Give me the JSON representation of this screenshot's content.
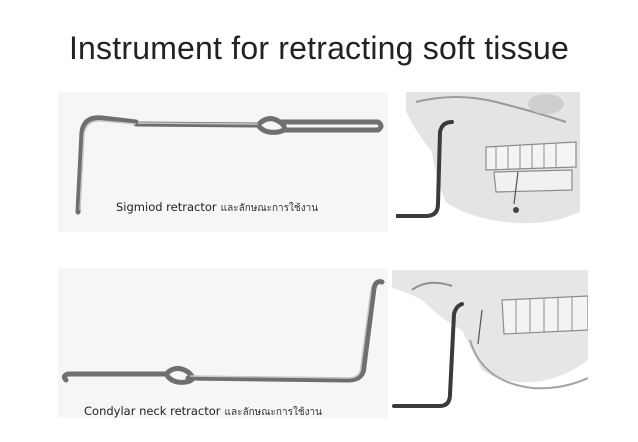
{
  "slide": {
    "title": "Instrument for retracting soft tissue"
  },
  "panels": [
    {
      "caption_en": "Sigmiod retractor",
      "caption_th": "และลักษณะการใช้งาน"
    },
    {
      "caption_en": "Condylar neck retractor",
      "caption_th": "และลักษณะการใช้งาน"
    }
  ]
}
